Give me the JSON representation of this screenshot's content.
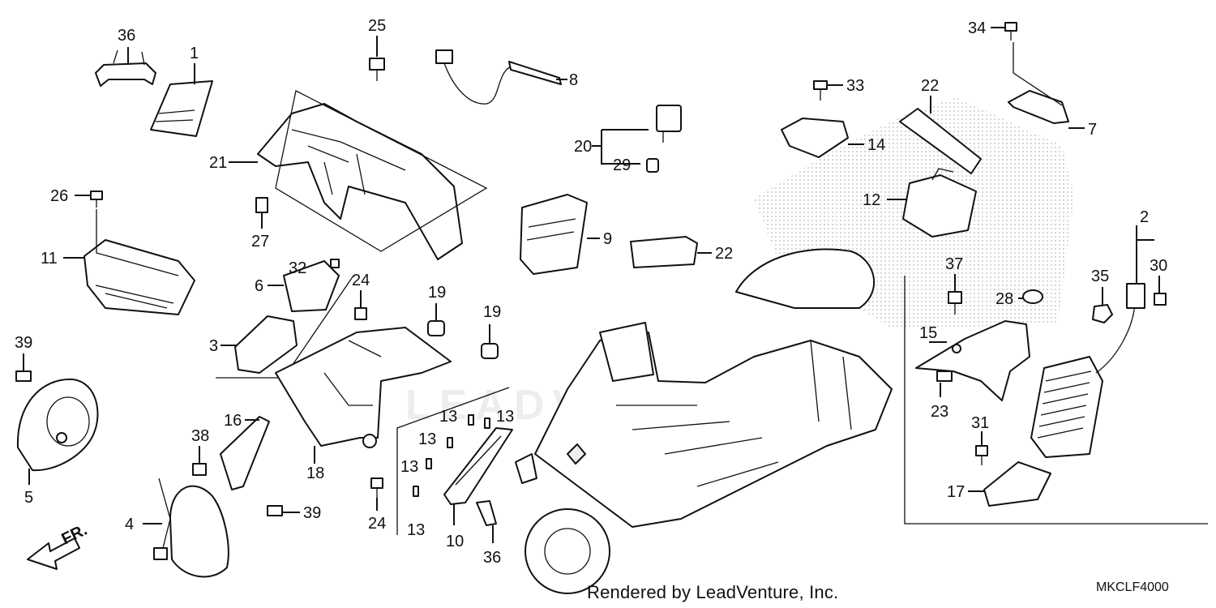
{
  "diagram": {
    "callouts": [
      "1",
      "2",
      "3",
      "4",
      "5",
      "6",
      "7",
      "8",
      "9",
      "10",
      "11",
      "12",
      "13",
      "14",
      "15",
      "16",
      "17",
      "18",
      "19",
      "20",
      "21",
      "22",
      "23",
      "24",
      "25",
      "26",
      "27",
      "28",
      "29",
      "30",
      "31",
      "32",
      "33",
      "34",
      "35",
      "36",
      "37",
      "38",
      "39"
    ],
    "labels": [
      {
        "id": "l36a",
        "text": "36"
      },
      {
        "id": "l1",
        "text": "1"
      },
      {
        "id": "l25",
        "text": "25"
      },
      {
        "id": "l8",
        "text": "8"
      },
      {
        "id": "l34",
        "text": "34"
      },
      {
        "id": "l33",
        "text": "33"
      },
      {
        "id": "l22a",
        "text": "22"
      },
      {
        "id": "l7",
        "text": "7"
      },
      {
        "id": "l20",
        "text": "20"
      },
      {
        "id": "l29",
        "text": "29"
      },
      {
        "id": "l14",
        "text": "14"
      },
      {
        "id": "l21",
        "text": "21"
      },
      {
        "id": "l26",
        "text": "26"
      },
      {
        "id": "l12",
        "text": "12"
      },
      {
        "id": "l27",
        "text": "27"
      },
      {
        "id": "l32",
        "text": "32"
      },
      {
        "id": "l9",
        "text": "9"
      },
      {
        "id": "l22b",
        "text": "22"
      },
      {
        "id": "l2",
        "text": "2"
      },
      {
        "id": "l11",
        "text": "11"
      },
      {
        "id": "l6",
        "text": "6"
      },
      {
        "id": "l24a",
        "text": "24"
      },
      {
        "id": "l19a",
        "text": "19"
      },
      {
        "id": "l19b",
        "text": "19"
      },
      {
        "id": "l37",
        "text": "37"
      },
      {
        "id": "l30",
        "text": "30"
      },
      {
        "id": "l35",
        "text": "35"
      },
      {
        "id": "l28",
        "text": "28"
      },
      {
        "id": "l3",
        "text": "3"
      },
      {
        "id": "l39a",
        "text": "39"
      },
      {
        "id": "l15",
        "text": "15"
      },
      {
        "id": "l23",
        "text": "23"
      },
      {
        "id": "l13a",
        "text": "13"
      },
      {
        "id": "l13b",
        "text": "13"
      },
      {
        "id": "l13c",
        "text": "13"
      },
      {
        "id": "l13d",
        "text": "13"
      },
      {
        "id": "l13e",
        "text": "13"
      },
      {
        "id": "l16",
        "text": "16"
      },
      {
        "id": "l38",
        "text": "38"
      },
      {
        "id": "l18",
        "text": "18"
      },
      {
        "id": "l5",
        "text": "5"
      },
      {
        "id": "l31",
        "text": "31"
      },
      {
        "id": "l24b",
        "text": "24"
      },
      {
        "id": "l17",
        "text": "17"
      },
      {
        "id": "l39b",
        "text": "39"
      },
      {
        "id": "l4",
        "text": "4"
      },
      {
        "id": "l10",
        "text": "10"
      },
      {
        "id": "l36b",
        "text": "36"
      }
    ],
    "direction_label": "FR.",
    "watermark_text": "LEADVENTURE"
  },
  "footer": {
    "credit": "Rendered by LeadVenture, Inc.",
    "diagram_code": "MKCLF4000"
  },
  "colors": {
    "ink": "#111111",
    "paper": "#ffffff",
    "stipple": "#b8b8b8"
  }
}
